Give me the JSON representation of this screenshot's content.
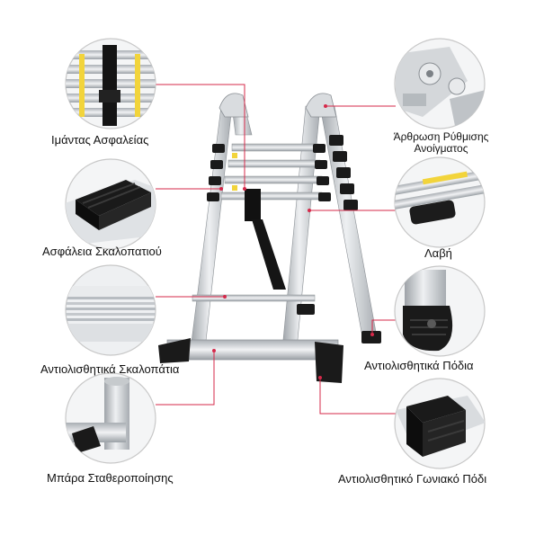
{
  "colors": {
    "leader_line": "#d6294a",
    "circle_border": "#c8c8c8",
    "rail": "#c9ccd0",
    "rail_shade": "#9ea3a8",
    "black_part": "#1a1a1a",
    "yellow_tag": "#f2d43b"
  },
  "labels": {
    "strap": "Ιμάντας Ασφαλείας",
    "step_lock": "Ασφάλεια Σκαλοπατιού",
    "anti_slip_steps": "Αντιολισθητικά Σκαλοπάτια",
    "stabilizer_bar": "Μπάρα Σταθεροποίησης",
    "hinge_line1": "Άρθρωση Ρύθμισης",
    "hinge_line2": "Ανοίγματος",
    "handle": "Λαβή",
    "anti_slip_feet": "Αντιολισθητικά Πόδια",
    "corner_foot": "Αντιολισθητικό Γωνιακό Πόδι"
  },
  "icons": {
    "strap": "safety-strap-icon",
    "step_lock": "step-lock-icon",
    "anti_slip_steps": "anti-slip-step-icon",
    "stabilizer_bar": "stabilizer-bar-icon",
    "hinge": "hinge-joint-icon",
    "handle": "handle-icon",
    "anti_slip_feet": "anti-slip-foot-icon",
    "corner_foot": "corner-foot-icon"
  }
}
